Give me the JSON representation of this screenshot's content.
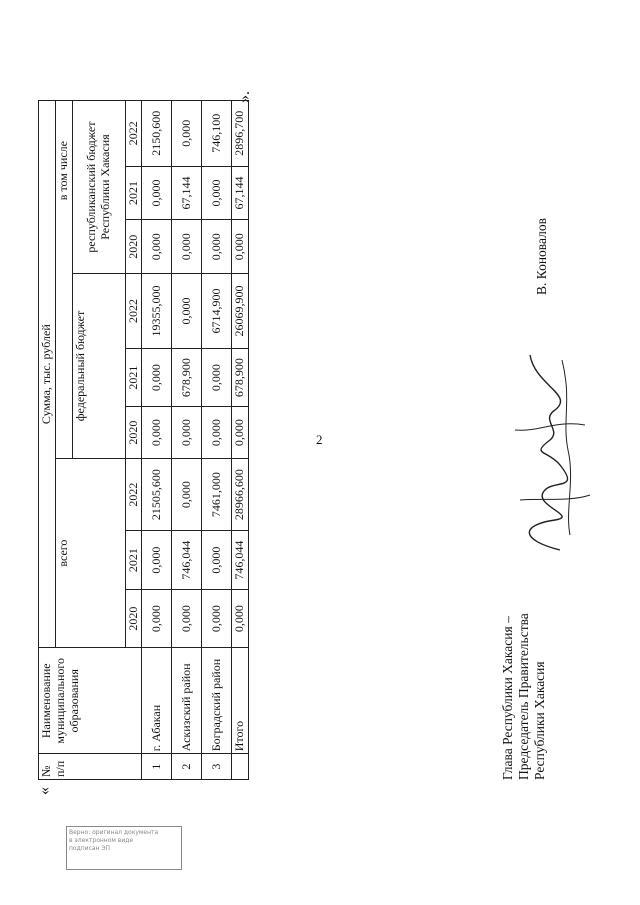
{
  "page_number": "2",
  "quote_open": "«",
  "quote_close": "».",
  "table": {
    "header": {
      "num": "№ п/п",
      "name": "Наименование муниципального образования",
      "sum": "Сумма, тыс. рублей",
      "total": "всего",
      "including": "в том числе",
      "federal": "федеральный бюджет",
      "republic": "республиканский бюджет Республики Хакасия",
      "years": [
        "2020",
        "2021",
        "2022"
      ]
    },
    "rows": [
      {
        "num": "1",
        "name": "г. Абакан",
        "values": [
          "0,000",
          "0,000",
          "21505,600",
          "0,000",
          "0,000",
          "19355,000",
          "0,000",
          "0,000",
          "2150,600"
        ]
      },
      {
        "num": "2",
        "name": "Аскизский район",
        "values": [
          "0,000",
          "746,044",
          "0,000",
          "0,000",
          "678,900",
          "0,000",
          "0,000",
          "67,144",
          "0,000"
        ]
      },
      {
        "num": "3",
        "name": "Боградский район",
        "values": [
          "0,000",
          "0,000",
          "7461,000",
          "0,000",
          "0,000",
          "6714,900",
          "0,000",
          "0,000",
          "746,100"
        ]
      },
      {
        "num": "",
        "name": "Итого",
        "values": [
          "0,000",
          "746,044",
          "28966,600",
          "0,000",
          "678,900",
          "26069,900",
          "0,000",
          "67,144",
          "2896,700"
        ]
      }
    ]
  },
  "signature": {
    "title_lines": [
      "Глава Республики Хакасия –",
      "Председатель Правительства",
      "Республики Хакасия"
    ],
    "name": "В. Коновалов"
  },
  "stamp": {
    "lines": [
      "Верно: оригинал документа",
      "в электронном виде",
      "подписан ЭП"
    ]
  }
}
